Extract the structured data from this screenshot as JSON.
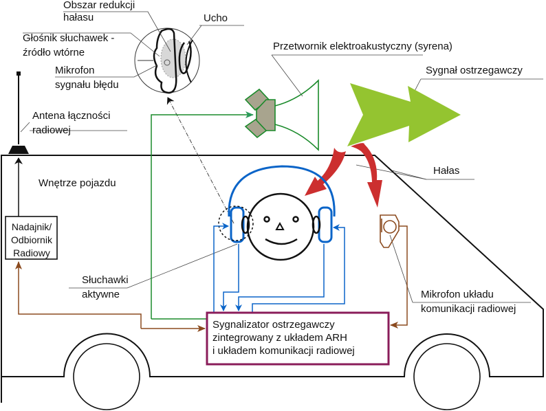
{
  "labels": {
    "noise_reduction_area": [
      "Obszar redukcji",
      "hałasu"
    ],
    "ear": "Ucho",
    "headphone_speaker": [
      "Głośnik słuchawek -",
      "źródło wtórne"
    ],
    "error_microphone": [
      "Mikrofon",
      "sygnału błędu"
    ],
    "antenna": [
      "Antena łączności",
      "radiowej"
    ],
    "transducer": "Przetwornik elektroakustyczny (syrena)",
    "warning_signal": "Sygnał ostrzegawczy",
    "noise": "Hałas",
    "vehicle_interior": "Wnętrze pojazdu",
    "radio": [
      "Nadajnik/",
      "Odbiornik",
      "Radiowy"
    ],
    "active_headphones": [
      "Słuchawki",
      "aktywne"
    ],
    "radio_microphone": [
      "Mikrofon układu",
      "komunikacji radiowej"
    ],
    "main_unit": [
      "Sygnalizator ostrzegawczy",
      "zintegrowany z układem ARH",
      "i układem komunikacji radiowej"
    ]
  },
  "colors": {
    "siren": "#1a8a2a",
    "siren_fill": "#a8a48e",
    "warning_arrow": "#94c430",
    "noise_arrow": "#cc2f2f",
    "headphones": "#0a64c8",
    "radio_link": "#8b4a1e",
    "main_unit_border": "#8a1c5a"
  }
}
